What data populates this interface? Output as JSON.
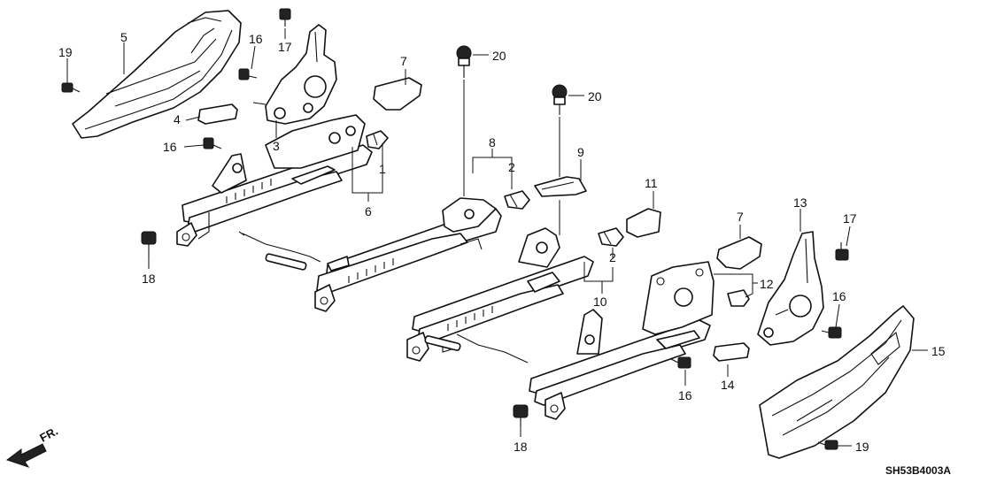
{
  "callouts": {
    "c1": "1",
    "c2a": "2",
    "c2b": "2",
    "c3": "3",
    "c4": "4",
    "c5": "5",
    "c6": "6",
    "c7a": "7",
    "c7b": "7",
    "c8": "8",
    "c9": "9",
    "c10": "10",
    "c11": "11",
    "c12": "12",
    "c13": "13",
    "c14": "14",
    "c15": "15",
    "c16a": "16",
    "c16b": "16",
    "c16c": "16",
    "c16d": "16",
    "c17a": "17",
    "c17b": "17",
    "c18a": "18",
    "c18b": "18",
    "c19a": "19",
    "c19b": "19",
    "c20a": "20",
    "c20b": "20"
  },
  "front_indicator": "FR.",
  "diagram_code": "SH53B4003A"
}
